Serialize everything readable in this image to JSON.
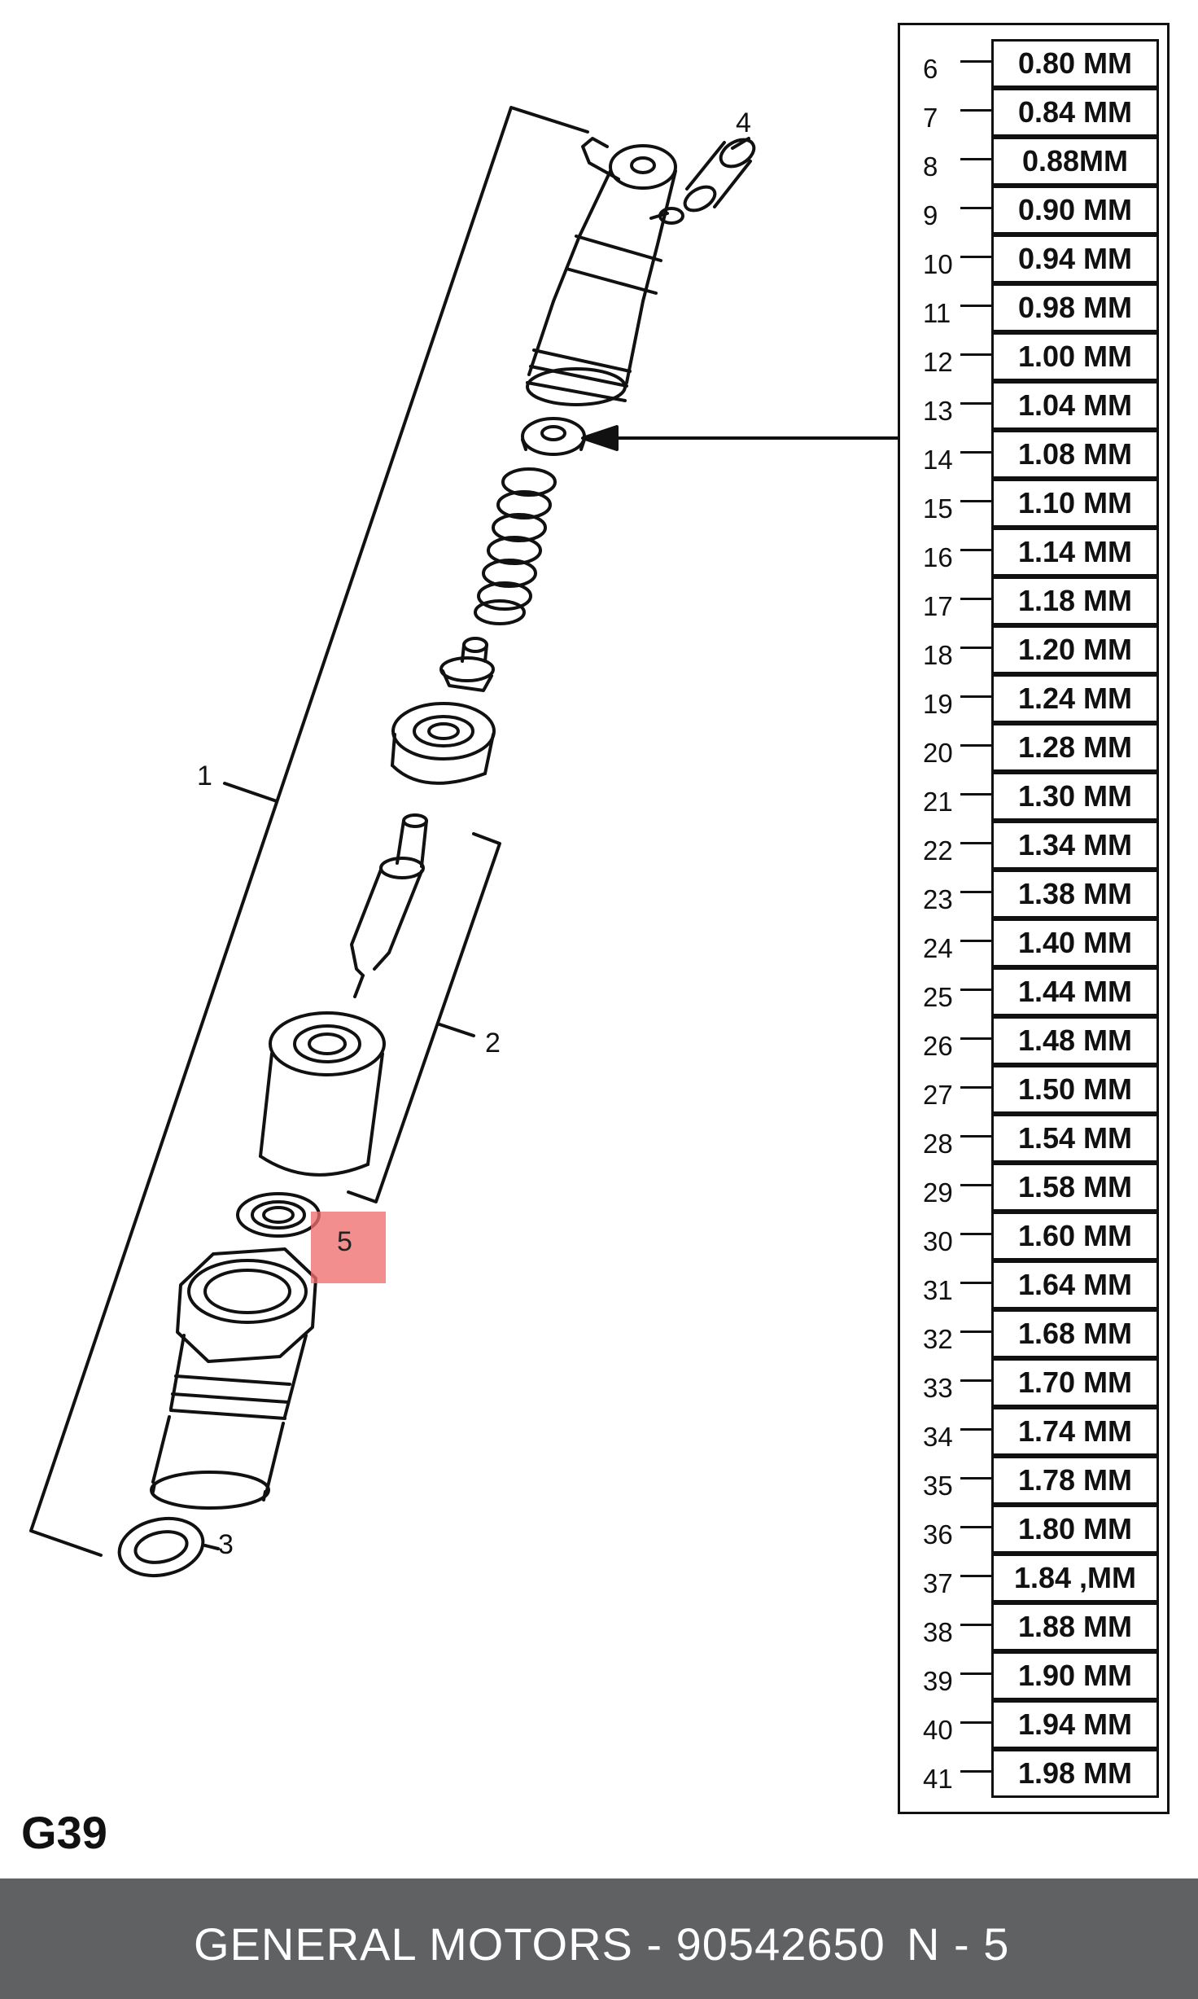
{
  "callouts": [
    "1",
    "2",
    "3",
    "4"
  ],
  "highlight": {
    "label": "5",
    "color": "#EE6E6E"
  },
  "shim_table": {
    "rows": [
      {
        "num": "6",
        "value": "0.80 MM"
      },
      {
        "num": "7",
        "value": "0.84 MM"
      },
      {
        "num": "8",
        "value": "0.88MM"
      },
      {
        "num": "9",
        "value": "0.90 MM"
      },
      {
        "num": "10",
        "value": "0.94 MM"
      },
      {
        "num": "11",
        "value": "0.98 MM"
      },
      {
        "num": "12",
        "value": "1.00 MM"
      },
      {
        "num": "13",
        "value": "1.04 MM"
      },
      {
        "num": "14",
        "value": "1.08 MM"
      },
      {
        "num": "15",
        "value": "1.10 MM"
      },
      {
        "num": "16",
        "value": "1.14 MM"
      },
      {
        "num": "17",
        "value": "1.18 MM"
      },
      {
        "num": "18",
        "value": "1.20 MM"
      },
      {
        "num": "19",
        "value": "1.24 MM"
      },
      {
        "num": "20",
        "value": "1.28 MM"
      },
      {
        "num": "21",
        "value": "1.30 MM"
      },
      {
        "num": "22",
        "value": "1.34 MM"
      },
      {
        "num": "23",
        "value": "1.38 MM"
      },
      {
        "num": "24",
        "value": "1.40 MM"
      },
      {
        "num": "25",
        "value": "1.44 MM"
      },
      {
        "num": "26",
        "value": "1.48 MM"
      },
      {
        "num": "27",
        "value": "1.50 MM"
      },
      {
        "num": "28",
        "value": "1.54 MM"
      },
      {
        "num": "29",
        "value": "1.58 MM"
      },
      {
        "num": "30",
        "value": "1.60 MM"
      },
      {
        "num": "31",
        "value": "1.64 MM"
      },
      {
        "num": "32",
        "value": "1.68 MM"
      },
      {
        "num": "33",
        "value": "1.70 MM"
      },
      {
        "num": "34",
        "value": "1.74 MM"
      },
      {
        "num": "35",
        "value": "1.78 MM"
      },
      {
        "num": "36",
        "value": "1.80 MM"
      },
      {
        "num": "37",
        "value": "1.84 ,MM"
      },
      {
        "num": "38",
        "value": "1.88 MM"
      },
      {
        "num": "39",
        "value": "1.90 MM"
      },
      {
        "num": "40",
        "value": "1.94 MM"
      },
      {
        "num": "41",
        "value": "1.98 MM"
      }
    ]
  },
  "page_code": "G39",
  "footer": {
    "part_text": "GENERAL MOTORS - 90542650",
    "ref_text": "N - 5",
    "background": "#606163"
  }
}
